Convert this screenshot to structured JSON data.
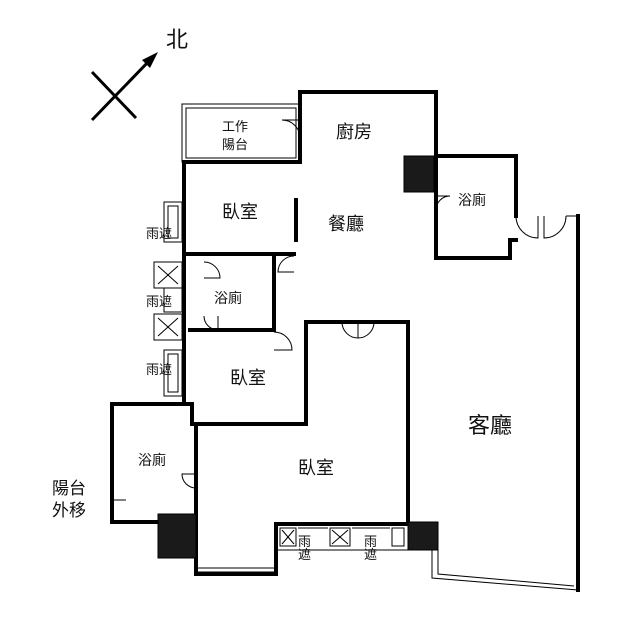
{
  "compass": {
    "north_label": "北"
  },
  "rooms": {
    "utility_balcony": "工作\n陽台",
    "kitchen": "廚房",
    "dining": "餐廳",
    "bath_top": "浴廁",
    "bedroom_top": "臥室",
    "bath_middle": "浴廁",
    "bedroom_middle": "臥室",
    "living": "客廳",
    "bath_bottom": "浴廁",
    "master_bedroom": "臥室"
  },
  "annotations": {
    "rain_shelter_1": "雨遮",
    "rain_shelter_2": "雨遮",
    "rain_shelter_3": "雨遮",
    "rain_shelter_4": "雨遮",
    "rain_shelter_5": "雨遮",
    "balcony_moved_out": "陽台\n外移"
  }
}
